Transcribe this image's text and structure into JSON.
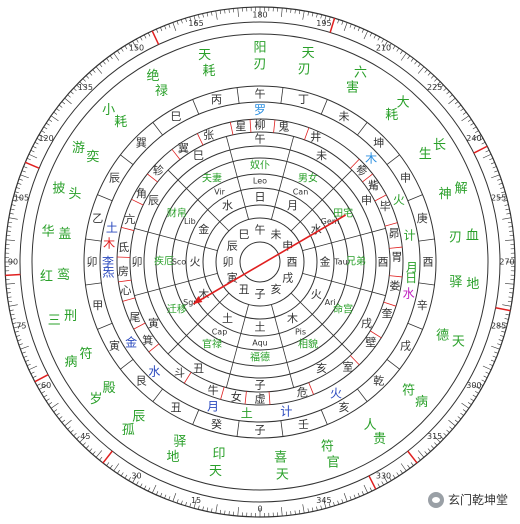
{
  "compass": {
    "degree_labels": [
      "0",
      "15",
      "30",
      "45",
      "60",
      "75",
      "90",
      "105",
      "120",
      "135",
      "150",
      "165",
      "180",
      "195",
      "210",
      "225",
      "240",
      "255",
      "270",
      "285",
      "300",
      "315",
      "330",
      "345"
    ],
    "mountains": [
      "子",
      "癸",
      "丑",
      "艮",
      "寅",
      "甲",
      "卯",
      "乙",
      "辰",
      "巽",
      "巳",
      "丙",
      "午",
      "丁",
      "未",
      "坤",
      "申",
      "庚",
      "酉",
      "辛",
      "戌",
      "乾",
      "亥",
      "壬"
    ],
    "mansions": [
      {
        "name": "虚",
        "deg": 0
      },
      {
        "name": "女",
        "deg": 10
      },
      {
        "name": "牛",
        "deg": 20
      },
      {
        "name": "斗",
        "deg": 36
      },
      {
        "name": "箕",
        "deg": 55
      },
      {
        "name": "尾",
        "deg": 66
      },
      {
        "name": "心",
        "deg": 78
      },
      {
        "name": "房",
        "deg": 86
      },
      {
        "name": "氐",
        "deg": 96
      },
      {
        "name": "亢",
        "deg": 108
      },
      {
        "name": "角",
        "deg": 120
      },
      {
        "name": "轸",
        "deg": 132
      },
      {
        "name": "翼",
        "deg": 146
      },
      {
        "name": "张",
        "deg": 158
      },
      {
        "name": "星",
        "deg": 172
      },
      {
        "name": "柳",
        "deg": 180
      },
      {
        "name": "鬼",
        "deg": 190
      },
      {
        "name": "井",
        "deg": 204
      },
      {
        "name": "参",
        "deg": 228
      },
      {
        "name": "觜",
        "deg": 236
      },
      {
        "name": "毕",
        "deg": 246
      },
      {
        "name": "昴",
        "deg": 258
      },
      {
        "name": "胃",
        "deg": 268
      },
      {
        "name": "娄",
        "deg": 280
      },
      {
        "name": "奎",
        "deg": 292
      },
      {
        "name": "壁",
        "deg": 306
      },
      {
        "name": "室",
        "deg": 320
      },
      {
        "name": "危",
        "deg": 342
      }
    ],
    "mid_branches": [
      {
        "name": "子",
        "deg": 0
      },
      {
        "name": "丑",
        "deg": 30
      },
      {
        "name": "寅",
        "deg": 60
      },
      {
        "name": "卯",
        "deg": 90
      },
      {
        "name": "辰",
        "deg": 120
      },
      {
        "name": "巳",
        "deg": 150
      },
      {
        "name": "午",
        "deg": 180
      },
      {
        "name": "未",
        "deg": 210
      },
      {
        "name": "申",
        "deg": 240
      },
      {
        "name": "酉",
        "deg": 270
      },
      {
        "name": "戌",
        "deg": 300
      },
      {
        "name": "亥",
        "deg": 330
      }
    ],
    "planets": [
      {
        "name": "罗",
        "deg": 180,
        "color": "#2c8fe0"
      },
      {
        "name": "木",
        "deg": 227,
        "color": "#2c8fe0"
      },
      {
        "name": "火",
        "deg": 246,
        "color": "#2aa02a"
      },
      {
        "name": "土",
        "deg": 103,
        "color": "#2c4bbf"
      },
      {
        "name": "木",
        "deg": 97,
        "color": "#e02020"
      },
      {
        "name": "李",
        "deg": 90,
        "color": "#2c4bbf"
      },
      {
        "name": "炁",
        "deg": 86,
        "color": "#2c4bbf"
      },
      {
        "name": "金",
        "deg": 58,
        "color": "#2c4bbf"
      },
      {
        "name": "水",
        "deg": 44,
        "color": "#2c4bbf"
      },
      {
        "name": "月",
        "deg": 18,
        "color": "#2c4bbf"
      },
      {
        "name": "计",
        "deg": 350,
        "color": "#2c4bbf"
      },
      {
        "name": "火",
        "deg": 330,
        "color": "#2c4bbf"
      },
      {
        "name": "土",
        "deg": 5,
        "color": "#2aa02a"
      },
      {
        "name": "计",
        "deg": 260,
        "color": "#2aa02a"
      },
      {
        "name": "月",
        "deg": 272,
        "color": "#2aa02a"
      },
      {
        "name": "日",
        "deg": 276,
        "color": "#2aa02a"
      },
      {
        "name": "水",
        "deg": 282,
        "color": "#c020c0"
      }
    ],
    "gods": [
      {
        "name": "天喜",
        "deg": 354
      },
      {
        "name": "官符",
        "deg": 340
      },
      {
        "name": "贵人",
        "deg": 326
      },
      {
        "name": "病符",
        "deg": 311
      },
      {
        "name": "天德",
        "deg": 292
      },
      {
        "name": "地驿",
        "deg": 276
      },
      {
        "name": "血刃",
        "deg": 263
      },
      {
        "name": "解神",
        "deg": 250
      },
      {
        "name": "长生",
        "deg": 237
      },
      {
        "name": "大耗",
        "deg": 222
      },
      {
        "name": "六害",
        "deg": 208
      },
      {
        "name": "天刃",
        "deg": 193
      },
      {
        "name": "阳刃",
        "deg": 180
      },
      {
        "name": "天耗",
        "deg": 165
      },
      {
        "name": "绝禄",
        "deg": 150
      },
      {
        "name": "小耗",
        "deg": 135
      },
      {
        "name": "游奕",
        "deg": 122
      },
      {
        "name": "披头",
        "deg": 110
      },
      {
        "name": "华盖",
        "deg": 98
      },
      {
        "name": "红鸾",
        "deg": 86
      },
      {
        "name": "三刑",
        "deg": 74
      },
      {
        "name": "病符",
        "deg": 62
      },
      {
        "name": "岁殿",
        "deg": 50
      },
      {
        "name": "孤辰",
        "deg": 38
      },
      {
        "name": "地驿",
        "deg": 24
      },
      {
        "name": "天印",
        "deg": 12
      }
    ],
    "constellations": [
      {
        "name": "Leo",
        "deg": 180
      },
      {
        "name": "Can",
        "deg": 210
      },
      {
        "name": "Gem",
        "deg": 240
      },
      {
        "name": "Tau",
        "deg": 270
      },
      {
        "name": "Ari",
        "deg": 300
      },
      {
        "name": "Pis",
        "deg": 330
      },
      {
        "name": "Aqu",
        "deg": 0
      },
      {
        "name": "Cap",
        "deg": 30
      },
      {
        "name": "Sgr",
        "deg": 60
      },
      {
        "name": "Sco",
        "deg": 90
      },
      {
        "name": "Lib",
        "deg": 120
      },
      {
        "name": "Vir",
        "deg": 150
      }
    ],
    "palaces": [
      {
        "name": "奴仆",
        "deg": 180
      },
      {
        "name": "男女",
        "deg": 210
      },
      {
        "name": "田宅",
        "deg": 240
      },
      {
        "name": "兄弟",
        "deg": 270
      },
      {
        "name": "命宫",
        "deg": 300
      },
      {
        "name": "相貌",
        "deg": 330
      },
      {
        "name": "福德",
        "deg": 0
      },
      {
        "name": "官禄",
        "deg": 30
      },
      {
        "name": "迁移",
        "deg": 60
      },
      {
        "name": "疾厄",
        "deg": 90
      },
      {
        "name": "财帛",
        "deg": 120
      },
      {
        "name": "夫妻",
        "deg": 150
      }
    ],
    "inner_ring": [
      {
        "name": "日",
        "deg": 180
      },
      {
        "name": "月",
        "deg": 210
      },
      {
        "name": "水",
        "deg": 240
      },
      {
        "name": "金",
        "deg": 270
      },
      {
        "name": "火",
        "deg": 300
      },
      {
        "name": "木",
        "deg": 330
      },
      {
        "name": "土",
        "deg": 0
      },
      {
        "name": "土",
        "deg": 30
      },
      {
        "name": "木",
        "deg": 60
      },
      {
        "name": "火",
        "deg": 90
      },
      {
        "name": "金",
        "deg": 120
      },
      {
        "name": "水",
        "deg": 150
      }
    ],
    "center_branches": [
      {
        "name": "午",
        "deg": 180
      },
      {
        "name": "未",
        "deg": 210
      },
      {
        "name": "申",
        "deg": 240
      },
      {
        "name": "酉",
        "deg": 270
      },
      {
        "name": "戌",
        "deg": 300
      },
      {
        "name": "亥",
        "deg": 330
      },
      {
        "name": "子",
        "deg": 0
      },
      {
        "name": "丑",
        "deg": 30
      },
      {
        "name": "寅",
        "deg": 60
      },
      {
        "name": "卯",
        "deg": 90
      },
      {
        "name": "辰",
        "deg": 120
      },
      {
        "name": "巳",
        "deg": 150
      }
    ],
    "pointer": {
      "deg": 60,
      "color": "#e02020"
    },
    "colors": {
      "ink": "#333333",
      "green": "#2aa02a",
      "red": "#e02020",
      "blue": "#2c4bbf"
    }
  },
  "watermark": {
    "text": "玄门乾坤堂"
  }
}
